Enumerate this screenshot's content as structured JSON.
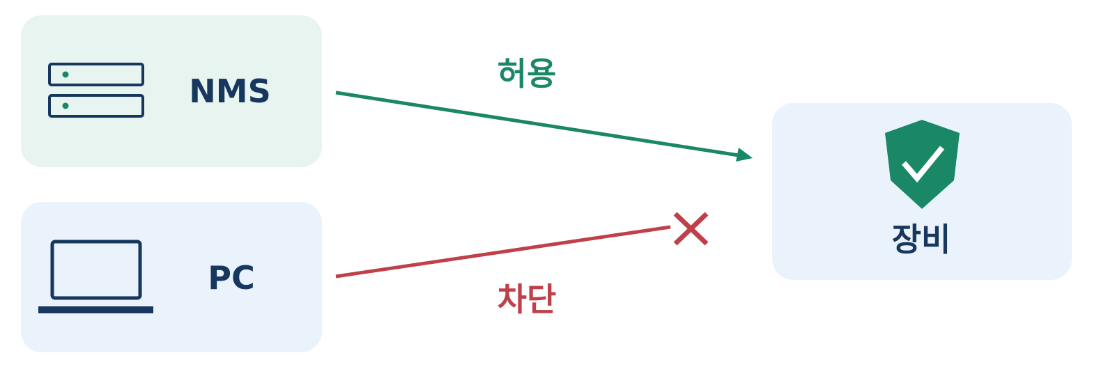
{
  "colors": {
    "navy": "#17375e",
    "green": "#1a8767",
    "red": "#c0404a",
    "green_panel": "#e8f4ef",
    "blue_panel": "#eaf3fb",
    "white": "#ffffff"
  },
  "nodes": {
    "nms": {
      "label": "NMS",
      "icon": "server-stack-icon"
    },
    "pc": {
      "label": "PC",
      "icon": "laptop-icon"
    },
    "device": {
      "label": "장비",
      "icon": "shield-check-icon"
    }
  },
  "connections": {
    "allow": {
      "label": "허용",
      "from": "NMS",
      "to": "장비",
      "status": "allowed"
    },
    "block": {
      "label": "차단",
      "from": "PC",
      "to": "장비",
      "status": "blocked",
      "icon": "x-icon"
    }
  }
}
